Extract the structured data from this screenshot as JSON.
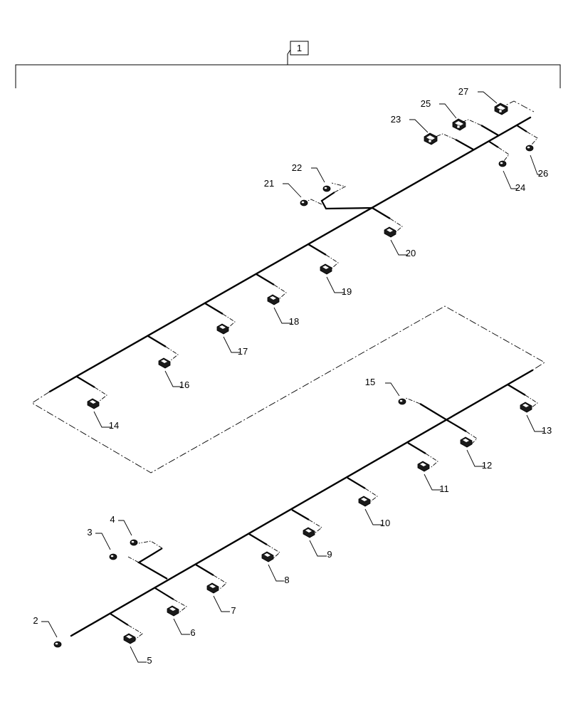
{
  "assembly": {
    "callout": "1"
  },
  "connectors": [
    {
      "id": "2",
      "style": "plug"
    },
    {
      "id": "3",
      "style": "plug"
    },
    {
      "id": "4",
      "style": "plug"
    },
    {
      "id": "5",
      "style": "block"
    },
    {
      "id": "6",
      "style": "block"
    },
    {
      "id": "7",
      "style": "block"
    },
    {
      "id": "8",
      "style": "block"
    },
    {
      "id": "9",
      "style": "block"
    },
    {
      "id": "10",
      "style": "block"
    },
    {
      "id": "11",
      "style": "block"
    },
    {
      "id": "12",
      "style": "block"
    },
    {
      "id": "13",
      "style": "block"
    },
    {
      "id": "14",
      "style": "block"
    },
    {
      "id": "15",
      "style": "plug"
    },
    {
      "id": "16",
      "style": "block"
    },
    {
      "id": "17",
      "style": "block"
    },
    {
      "id": "18",
      "style": "block"
    },
    {
      "id": "19",
      "style": "block"
    },
    {
      "id": "20",
      "style": "block"
    },
    {
      "id": "21",
      "style": "plug"
    },
    {
      "id": "22",
      "style": "plug"
    },
    {
      "id": "23",
      "style": "large"
    },
    {
      "id": "24",
      "style": "plug"
    },
    {
      "id": "25",
      "style": "large"
    },
    {
      "id": "26",
      "style": "plug"
    },
    {
      "id": "27",
      "style": "large"
    }
  ]
}
